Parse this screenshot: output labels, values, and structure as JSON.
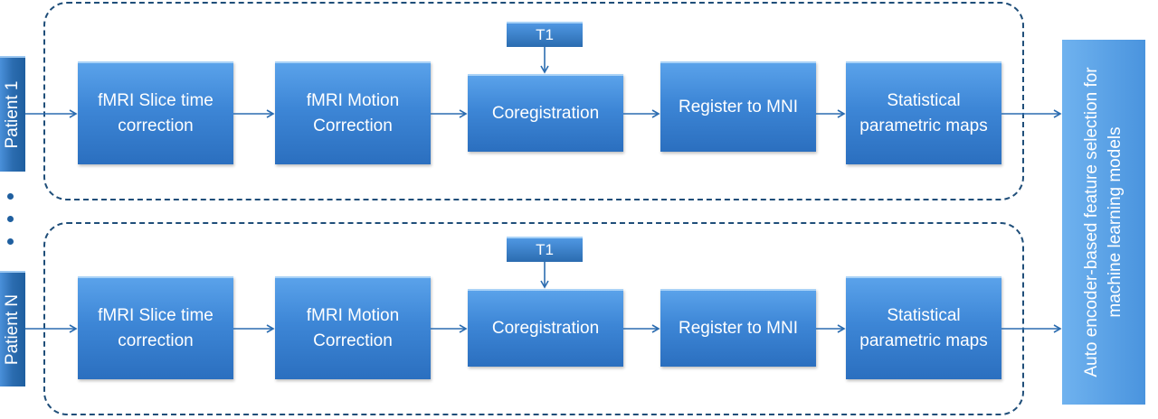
{
  "patients": [
    {
      "label": "Patient 1",
      "t1": "T1",
      "steps": [
        "fMRI Slice time correction",
        "fMRI Motion Correction",
        "Coregistration",
        "Register to MNI",
        "Statistical parametric maps"
      ]
    },
    {
      "label": "Patient N",
      "t1": "T1",
      "steps": [
        "fMRI Slice time correction",
        "fMRI Motion Correction",
        "Coregistration",
        "Register to MNI",
        "Statistical parametric maps"
      ]
    }
  ],
  "final_step": "Auto encoder-based feature selection for machine learning models",
  "colors": {
    "box": "#3d86d6",
    "border": "#1f4e79",
    "arrow": "#2b6cb0"
  }
}
